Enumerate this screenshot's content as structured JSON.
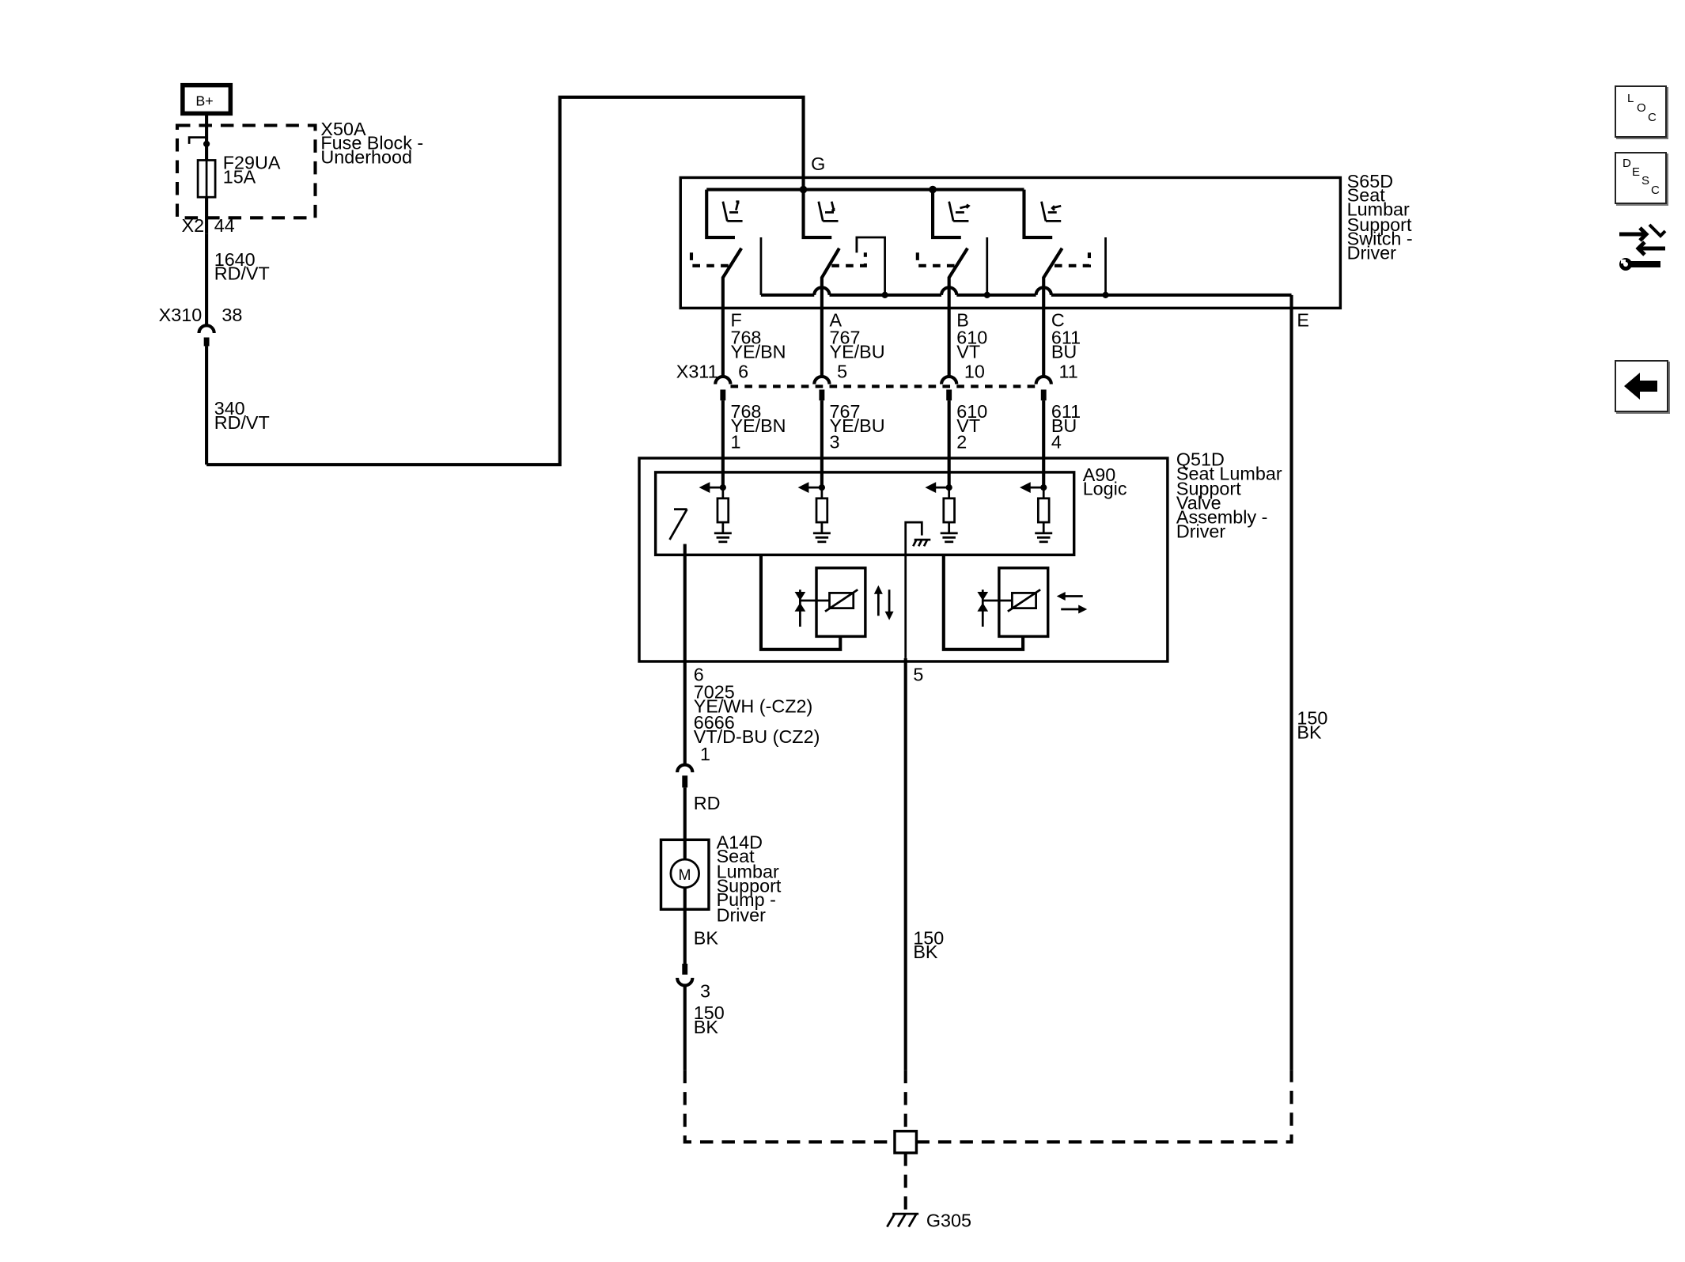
{
  "power": {
    "label": "B+"
  },
  "fuse_block": {
    "id": "X50A",
    "line1": "Fuse Block -",
    "line2": "Underhood",
    "fuse": "F29UA",
    "rating": "15A",
    "conn": "X2",
    "pin": "44"
  },
  "wire_1640": {
    "circuit": "1640",
    "color": "RD/VT"
  },
  "conn_x310": {
    "id": "X310",
    "pin": "38"
  },
  "wire_340": {
    "circuit": "340",
    "color": "RD/VT"
  },
  "switch": {
    "id": "S65D",
    "l1": "Seat",
    "l2": "Lumbar",
    "l3": "Support",
    "l4": "Switch -",
    "l5": "Driver",
    "pin_g": "G",
    "pin_e": "E"
  },
  "switch_pins": [
    {
      "pin": "F",
      "circuit": "768",
      "color": "YE/BN"
    },
    {
      "pin": "A",
      "circuit": "767",
      "color": "YE/BU"
    },
    {
      "pin": "B",
      "circuit": "610",
      "color": "VT"
    },
    {
      "pin": "C",
      "circuit": "611",
      "color": "BU"
    }
  ],
  "conn_x311": {
    "id": "X311",
    "pins": [
      "6",
      "5",
      "10",
      "11"
    ]
  },
  "valve_inputs": [
    {
      "circuit": "768",
      "color": "YE/BN",
      "pin": "1"
    },
    {
      "circuit": "767",
      "color": "YE/BU",
      "pin": "3"
    },
    {
      "circuit": "610",
      "color": "VT",
      "pin": "2"
    },
    {
      "circuit": "611",
      "color": "BU",
      "pin": "4"
    }
  ],
  "valve": {
    "id": "Q51D",
    "l1": "Seat Lumbar",
    "l2": "Support",
    "l3": "Valve",
    "l4": "Assembly -",
    "l5": "Driver",
    "logic_id": "A90",
    "logic_label": "Logic",
    "pin6": "6",
    "pin5": "5"
  },
  "wire_pump_feed": {
    "circuit1": "7025",
    "color1": "YE/WH (-CZ2)",
    "circuit2": "6666",
    "color2": "VT/D-BU (CZ2)",
    "conn_pin": "1",
    "lead": "RD"
  },
  "pump": {
    "id": "A14D",
    "l1": "Seat",
    "l2": "Lumbar",
    "l3": "Support",
    "l4": "Pump -",
    "l5": "Driver",
    "motor": "M",
    "lead": "BK",
    "conn_pin": "3"
  },
  "wire_150_pump": {
    "circuit": "150",
    "color": "BK"
  },
  "wire_150_valve": {
    "circuit": "150",
    "color": "BK"
  },
  "wire_150_switch": {
    "circuit": "150",
    "color": "BK"
  },
  "ground": {
    "id": "G305"
  },
  "side_buttons": {
    "loc": {
      "l": "L",
      "o": "O",
      "c": "C"
    },
    "desc": {
      "d": "D",
      "e": "E",
      "s": "S",
      "c": "C"
    }
  }
}
